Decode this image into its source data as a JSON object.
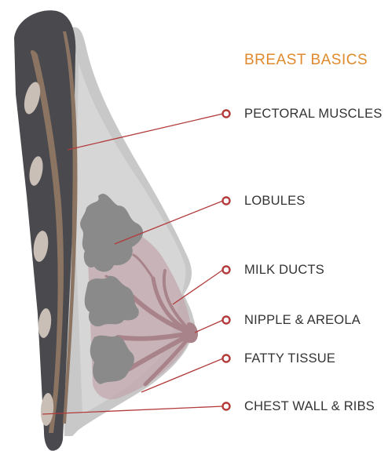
{
  "title": "BREAST BASICS",
  "labels": {
    "pectoral_muscles": "PECTORAL MUSCLES",
    "lobules": "LOBULES",
    "milk_ducts": "MILK DUCTS",
    "nipple_areola": "NIPPLE & AREOLA",
    "fatty_tissue": "FATTY TISSUE",
    "chest_wall_ribs": "CHEST WALL & RIBS"
  },
  "colors": {
    "title": "#e08a2c",
    "leader_line": "#b23a3a",
    "chest_wall": "#4a4a4e",
    "ribs": "#c9bfb6",
    "pectoral_muscle": "#8c7462",
    "breast_tissue": "#c8c8c8",
    "lobules": "#8a8a8a",
    "milk_ducts": "#a8838a"
  }
}
